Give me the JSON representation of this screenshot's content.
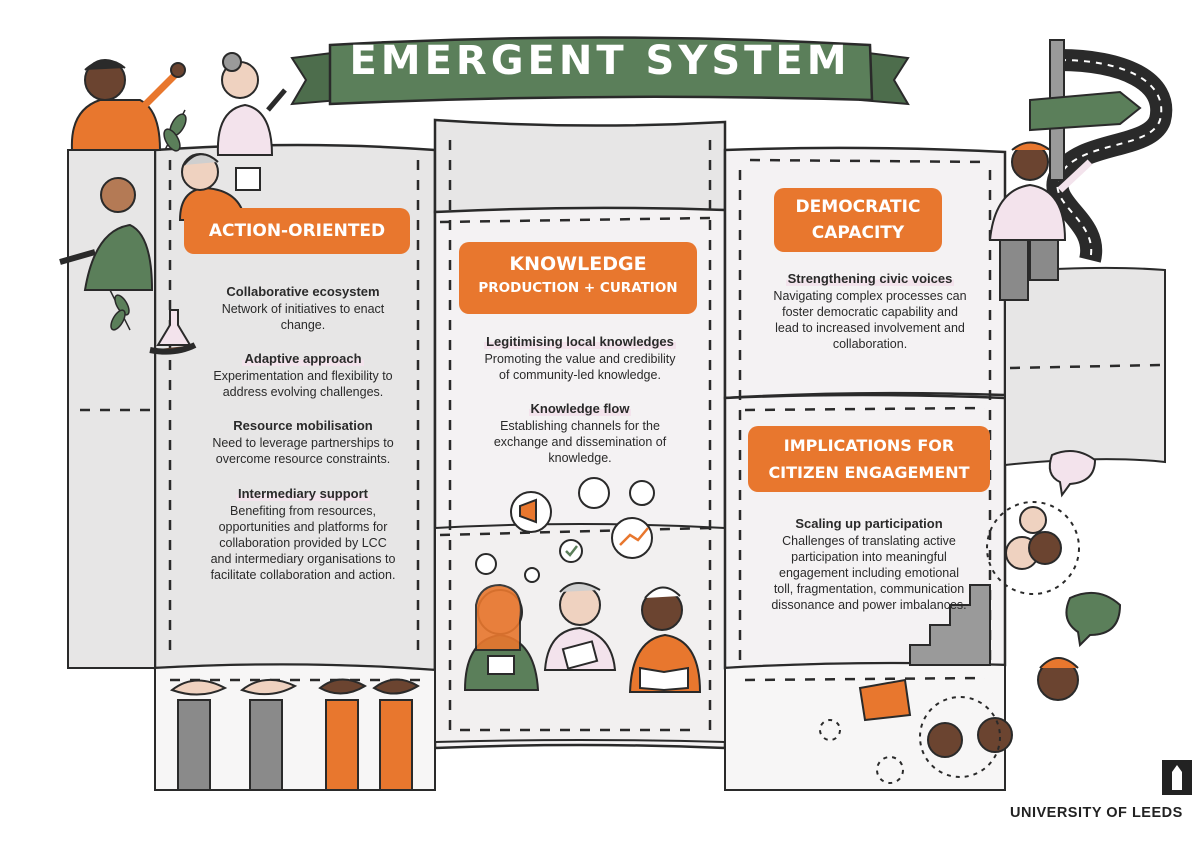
{
  "title": "EMERGENT SYSTEM",
  "colors": {
    "accent_orange": "#e8772e",
    "banner_green": "#5b7f5a",
    "panel_grey": "#e7e6e6",
    "highlight_pink": "#f3e3ec",
    "outline": "#2a2a2a"
  },
  "sections": {
    "action": {
      "label": "ACTION-ORIENTED",
      "items": [
        {
          "heading": "Collaborative ecosystem",
          "body": [
            "Network of initiatives to enact",
            "change."
          ]
        },
        {
          "heading": "Adaptive approach",
          "body": [
            "Experimentation and flexibility to",
            "address evolving challenges."
          ]
        },
        {
          "heading": "Resource mobilisation",
          "body": [
            "Need to leverage partnerships to",
            "overcome resource constraints."
          ]
        },
        {
          "heading": "Intermediary support",
          "body": [
            "Benefiting from resources,",
            "opportunities and platforms for",
            "collaboration provided by LCC",
            "and intermediary organisations to",
            "facilitate collaboration and action."
          ]
        }
      ]
    },
    "knowledge": {
      "label_line1": "KNOWLEDGE",
      "label_line2": "PRODUCTION + CURATION",
      "items": [
        {
          "heading": "Legitimising local knowledges",
          "body": [
            "Promoting the value and credibility",
            "of community-led knowledge."
          ]
        },
        {
          "heading": "Knowledge flow",
          "body": [
            "Establishing channels for the",
            "exchange and dissemination of",
            "knowledge."
          ]
        }
      ]
    },
    "democratic": {
      "label_line1": "DEMOCRATIC",
      "label_line2": "CAPACITY",
      "items": [
        {
          "heading": "Strengthening civic voices",
          "body": [
            "Navigating complex processes can",
            "foster democratic capability and",
            "lead to increased involvement and",
            "collaboration."
          ]
        }
      ]
    },
    "implications": {
      "label_line1": "IMPLICATIONS FOR",
      "label_line2": "CITIZEN ENGAGEMENT",
      "items": [
        {
          "heading": "Scaling up participation",
          "body": [
            "Challenges of translating active",
            "participation into meaningful",
            "engagement including emotional",
            "toll, fragmentation, communication",
            "dissonance and power imbalances."
          ]
        }
      ]
    }
  },
  "footer": {
    "institution": "UNIVERSITY OF LEEDS"
  }
}
